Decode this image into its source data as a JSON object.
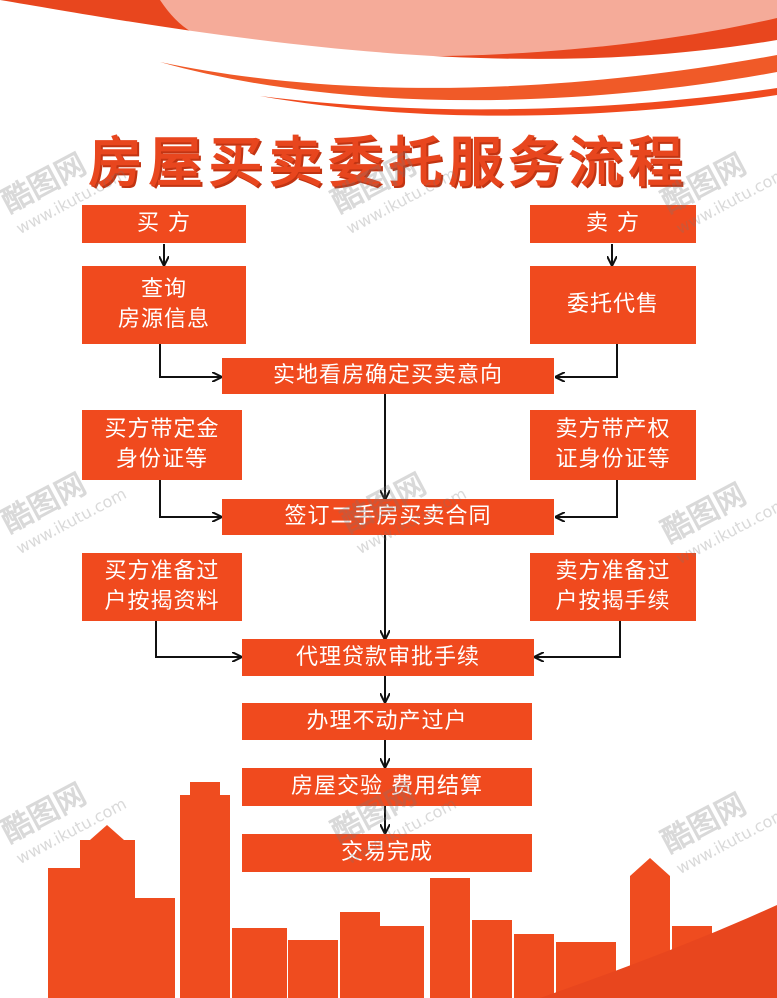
{
  "title": "房屋买卖委托服务流程",
  "colors": {
    "accent": "#f04a1e",
    "title": "#e8461e"
  },
  "buyer": {
    "label": "买 方",
    "step1": [
      "查询",
      "房源信息"
    ],
    "step2": [
      "买方带定金",
      "身份证等"
    ],
    "step3": [
      "买方准备过",
      "户按揭资料"
    ]
  },
  "seller": {
    "label": "卖 方",
    "step1": [
      "委托代售"
    ],
    "step2": [
      "卖方带产权",
      "证身份证等"
    ],
    "step3": [
      "卖方准备过",
      "户按揭手续"
    ]
  },
  "center": {
    "s1": "实地看房确定买卖意向",
    "s2": "签订二手房买卖合同",
    "s3": "代理贷款审批手续",
    "s4": "办理不动产过户",
    "s5": "房屋交验  费用结算",
    "s6": "交易完成"
  },
  "watermark": {
    "brand": "酷图网",
    "url": "www.ikutu.com"
  }
}
